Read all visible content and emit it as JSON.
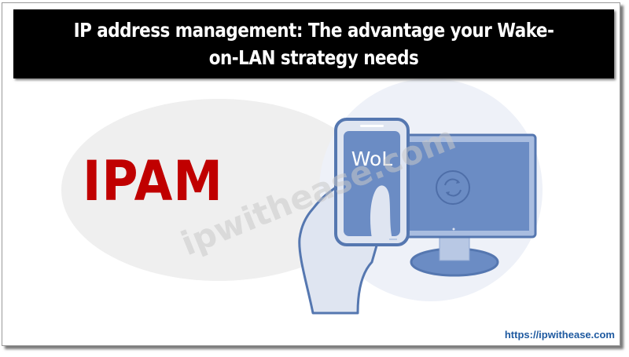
{
  "title": "IP address management: The advantage your Wake-on-LAN strategy needs",
  "title_lines": [
    "IP address management: The advantage your Wake-",
    "on-LAN strategy needs"
  ],
  "hero_text": "IPAM",
  "phone_label": "WoL",
  "watermark": "ipwithease.com",
  "footer_url": "https://ipwithease.com",
  "icons": {
    "monitor_screen": "refresh-icon"
  },
  "colors": {
    "title_bg": "#000000",
    "title_fg": "#ffffff",
    "hero": "#c00000",
    "device_fill": "#6b8cc4",
    "device_outline": "#5577b0",
    "hand_fill": "#dfe5f1",
    "circle_bg": "#eef1f8",
    "ellipse_bg": "#efefef",
    "url": "#1f5aa0"
  }
}
